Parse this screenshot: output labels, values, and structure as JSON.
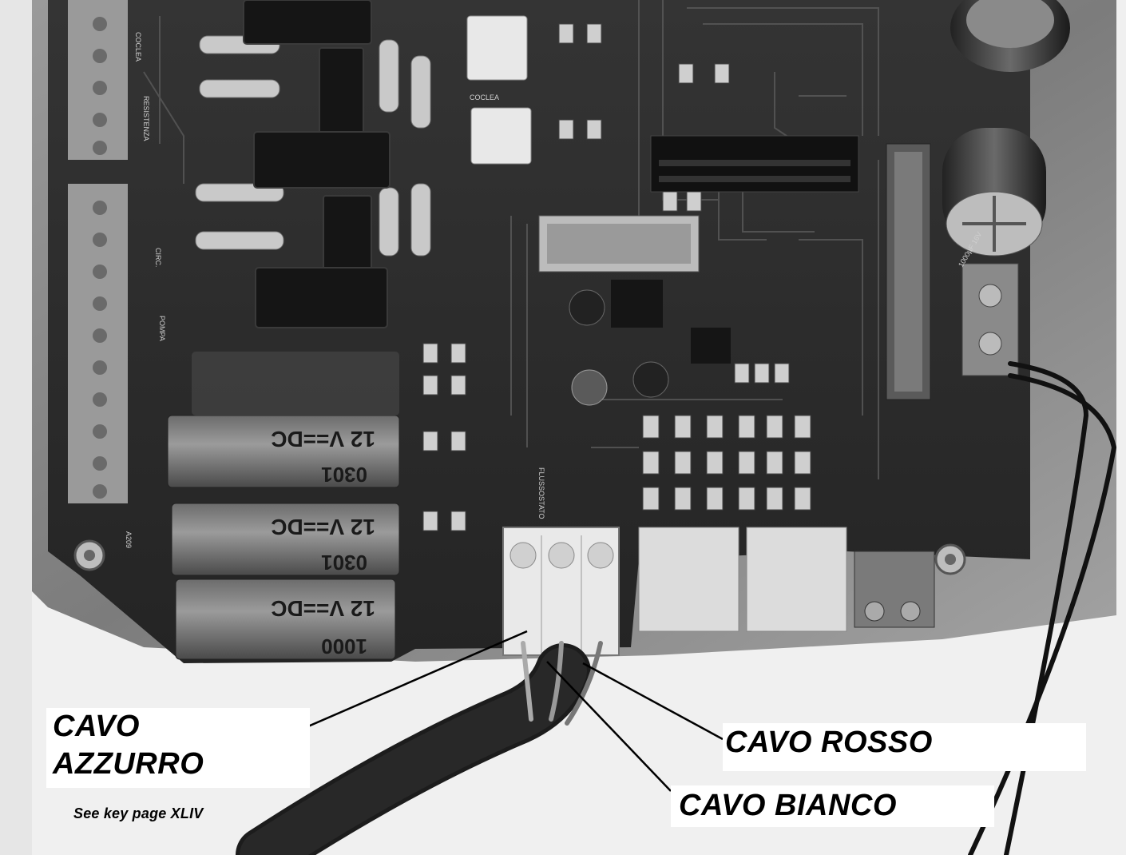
{
  "photo": {
    "description_icon": "circuit-board-photo",
    "board_id": "A209",
    "silkscreen": {
      "coclea": "COCLEA",
      "resistenza": "RESISTENZA",
      "circ": "CIRC.",
      "pompa": "POMPA",
      "fluss": "FLUSSOSTATO"
    },
    "relays": [
      {
        "rating": "12 V==DC",
        "code": "0301"
      },
      {
        "rating": "12 V==DC",
        "code": "0301"
      },
      {
        "rating": "12 V==DC",
        "code": "1000"
      }
    ],
    "capacitor_label": "1000µF 16V"
  },
  "callouts": {
    "azzurro_line1": "CAVO",
    "azzurro_line2": "AZZURRO",
    "rosso": "CAVO ROSSO",
    "bianco": "CAVO BIANCO"
  },
  "footnote": "See key page XLIV",
  "colors": {
    "pcb": "#2a2a2a",
    "metal_plate": "#8c8c8c",
    "background": "#f2f2f2"
  }
}
